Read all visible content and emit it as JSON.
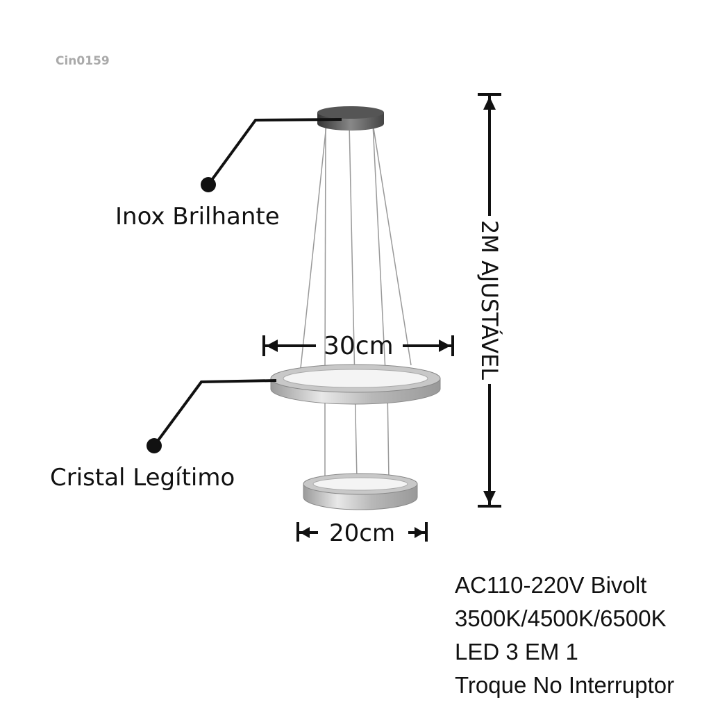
{
  "product_code": "Cin0159",
  "callouts": {
    "finish": "Inox Brilhante",
    "material": "Cristal Legítimo"
  },
  "dimensions": {
    "upper_ring_width": "30cm",
    "lower_ring_width": "20cm",
    "height": "2M AJUSTÁVEL"
  },
  "specs": [
    "AC110-220V Bivolt",
    "3500K/4500K/6500K",
    "LED 3 EM 1",
    "Troque No Interruptor"
  ]
}
